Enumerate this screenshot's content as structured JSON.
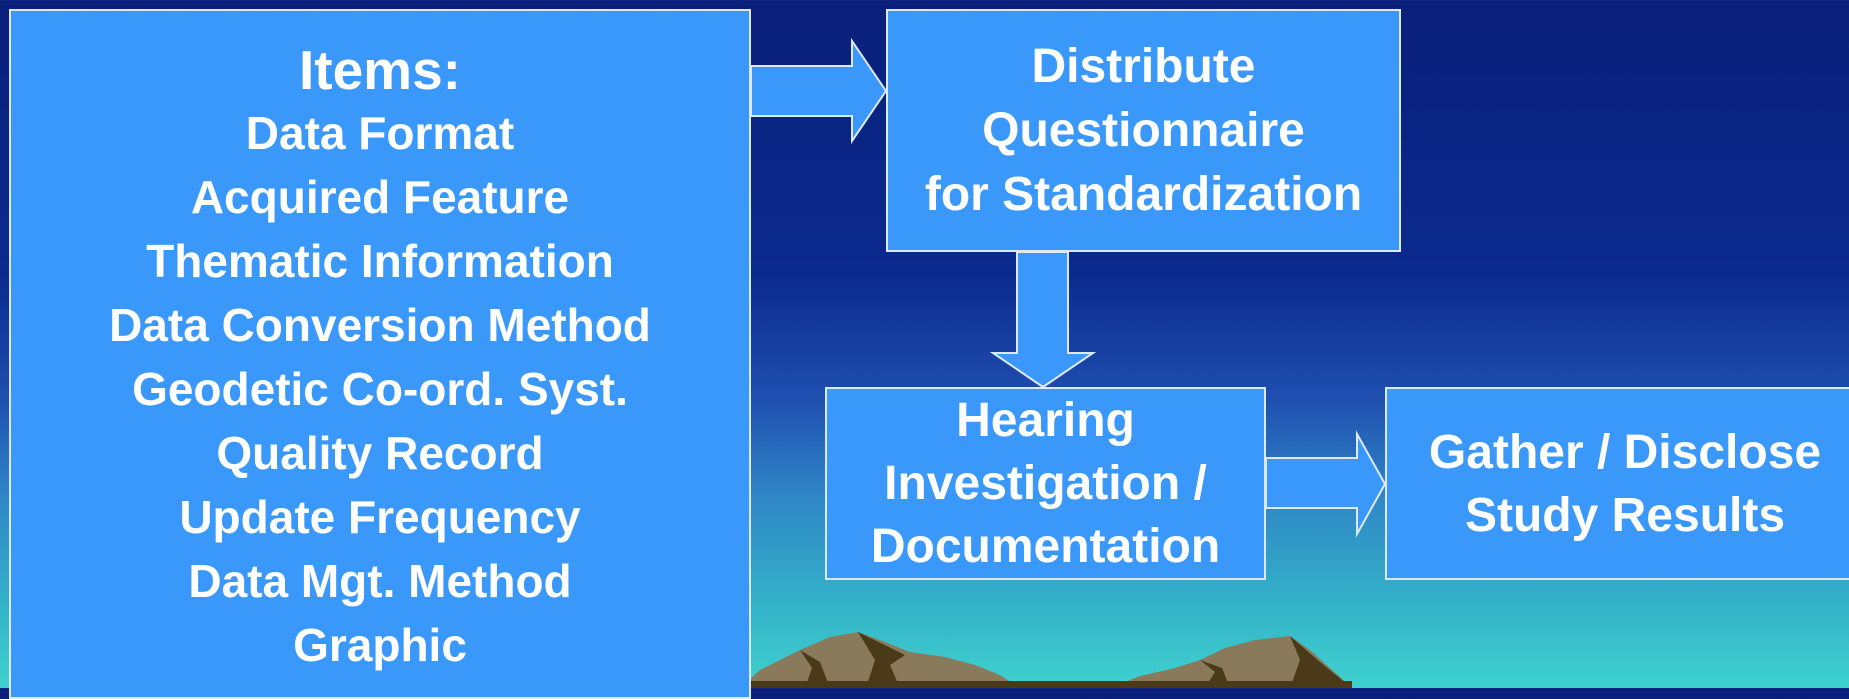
{
  "items_box": {
    "title": "Items:",
    "items": [
      "Data Format",
      "Acquired Feature",
      "Thematic Information",
      "Data Conversion Method",
      "Geodetic Co-ord. Syst.",
      "Quality Record",
      "Update Frequency",
      "Data Mgt.  Method",
      "Graphic"
    ]
  },
  "distribute_box": {
    "lines": [
      "Distribute",
      "Questionnaire",
      "for Standardization"
    ]
  },
  "hearing_box": {
    "lines": [
      "Hearing",
      "Investigation /",
      "Documentation"
    ]
  },
  "gather_box": {
    "lines": [
      "Gather / Disclose",
      "Study Results"
    ]
  },
  "colors": {
    "box_fill": "#3a98fb",
    "box_border": "#dfe9f5",
    "text": "#ffffff",
    "background_top": "#0a1f7a",
    "background_bottom": "#3fd2cf",
    "mountain_light": "#8a7a5c",
    "mountain_dark": "#4a3a18"
  }
}
